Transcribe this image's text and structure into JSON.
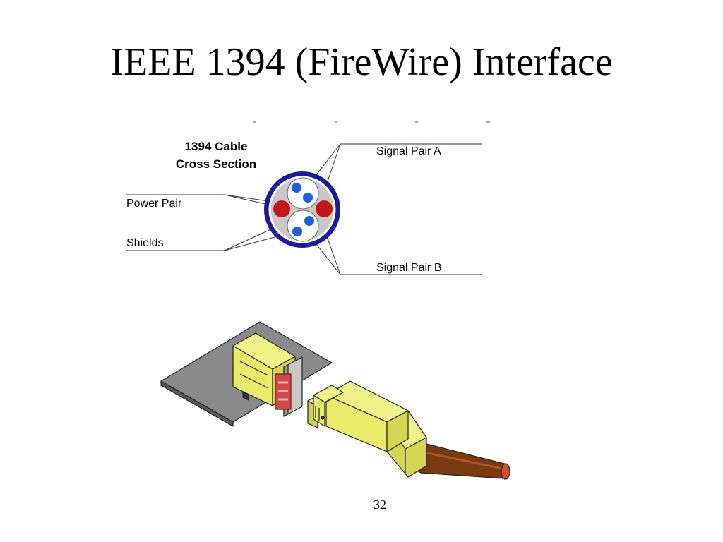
{
  "slide": {
    "title": "IEEE 1394 (FireWire) Interface",
    "page_number": "32"
  },
  "cross_section": {
    "heading_line1": "1394 Cable",
    "heading_line2": "Cross Section",
    "labels": {
      "signal_pair_a": "Signal Pair A",
      "power_pair": "Power Pair",
      "shields": "Shields",
      "signal_pair_b": "Signal Pair B"
    }
  },
  "colors": {
    "jacket": "#1a1a9c",
    "filler": "#c8c8c8",
    "signal_wire": "#2060e0",
    "power_wire": "#c41818",
    "connector_yellow": "#e8ec6a",
    "board": "#8a8a8a",
    "cable": "#7a3a10"
  }
}
